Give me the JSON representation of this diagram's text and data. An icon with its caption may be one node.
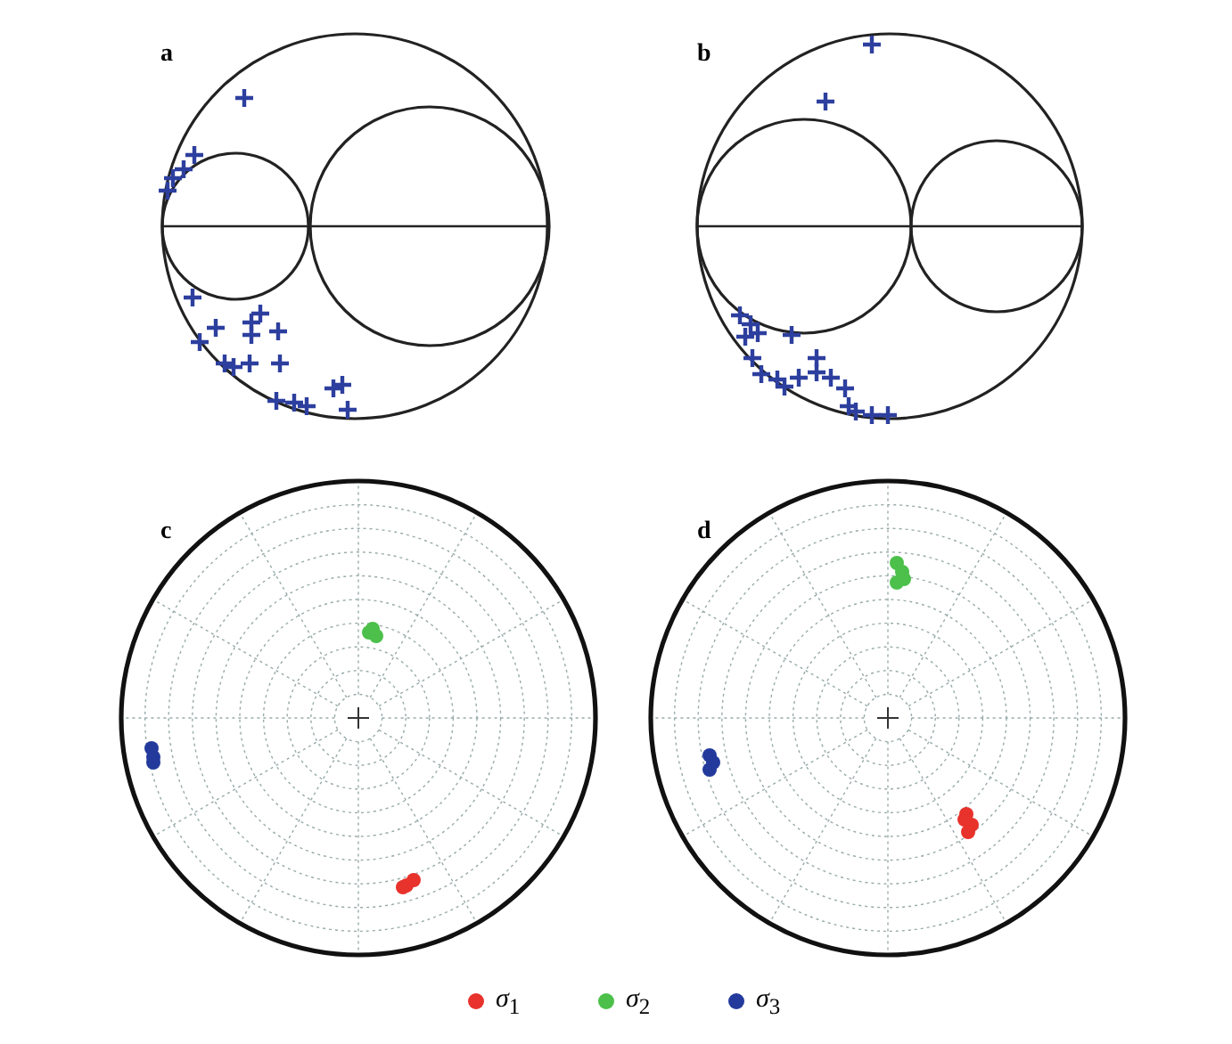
{
  "diagram": {
    "labels": [
      "a",
      "b",
      "c",
      "d"
    ],
    "legend": [
      {
        "text": "*σ*$_{1}$",
        "color": "#e8322c"
      },
      {
        "text": "*σ*$_{2}$",
        "color": "#4cc04a"
      },
      {
        "text": "*σ*$_{3}$",
        "color": "#233a9c"
      }
    ]
  }
}
